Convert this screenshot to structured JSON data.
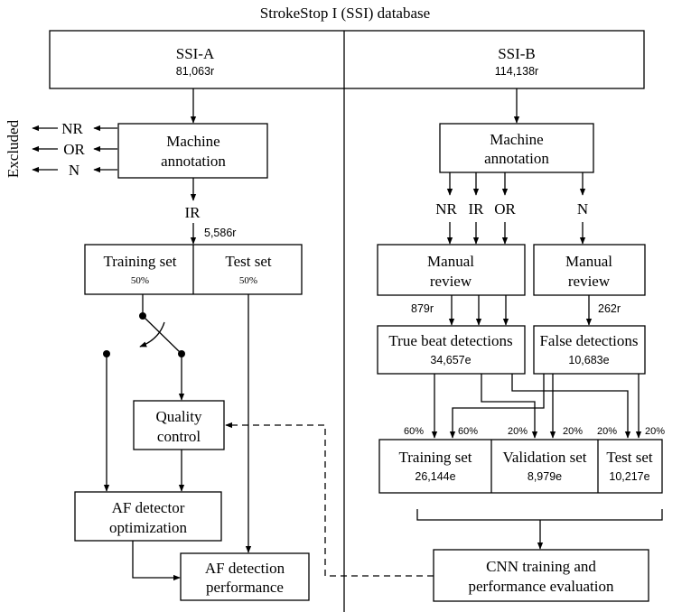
{
  "title": "StrokeStop I (SSI) database",
  "excluded_label": "Excluded",
  "ssi_a": {
    "label": "SSI-A",
    "count": "81,063r",
    "machine_annotation": [
      "Machine",
      "annotation"
    ],
    "excluded_items": [
      "NR",
      "OR",
      "N"
    ],
    "ir_label": "IR",
    "ir_count": "5,586r",
    "training_set": {
      "label": "Training set",
      "pct": "50%"
    },
    "test_set": {
      "label": "Test set",
      "pct": "50%"
    },
    "quality_control": [
      "Quality",
      "control"
    ],
    "af_detector_optimization": [
      "AF detector",
      "optimization"
    ],
    "af_detection_performance": [
      "AF detection",
      "performance"
    ]
  },
  "ssi_b": {
    "label": "SSI-B",
    "count": "114,138r",
    "machine_annotation": [
      "Machine",
      "annotation"
    ],
    "branches": [
      "NR",
      "IR",
      "OR",
      "N"
    ],
    "manual_review_left": {
      "lines": [
        "Manual",
        "review"
      ],
      "count": "879r"
    },
    "manual_review_right": {
      "lines": [
        "Manual",
        "review"
      ],
      "count": "262r"
    },
    "true_beat": {
      "label": "True beat detections",
      "count": "34,657e"
    },
    "false_det": {
      "label": "False detections",
      "count": "10,683e"
    },
    "split_pcts": [
      "60%",
      "60%",
      "20%",
      "20%",
      "20%",
      "20%"
    ],
    "training_set": {
      "label": "Training set",
      "count": "26,144e"
    },
    "validation_set": {
      "label": "Validation set",
      "count": "8,979e"
    },
    "test_set": {
      "label": "Test set",
      "count": "10,217e"
    },
    "cnn": [
      "CNN training and",
      "performance evaluation"
    ]
  }
}
